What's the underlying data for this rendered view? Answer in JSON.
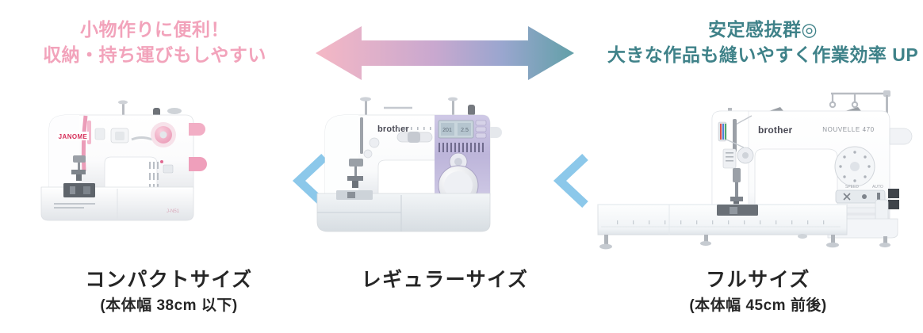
{
  "headlines": {
    "left": {
      "color": "#f2a3bb",
      "lines": [
        "小物作りに便利！",
        "収納・持ち運びもしやすい"
      ]
    },
    "right": {
      "color": "#3f8289",
      "lines": [
        "安定感抜群◎",
        "大きな作品も縫いやすく作業効率 UP"
      ]
    }
  },
  "arrow": {
    "name": "double-headed-arrow",
    "direction": "left-right",
    "gradient_start": "#f5b8c5",
    "gradient_end": "#62a0a8"
  },
  "chevrons": {
    "color": "#8cc8ea",
    "direction": "left",
    "count": 2
  },
  "machines": [
    {
      "id": "compact",
      "brand": "JANOME",
      "brand_color": "#d6305a",
      "accent_color": "#f0a9c0",
      "body_color": "#ffffff",
      "title": "コンパクトサイズ",
      "subtitle": "(本体幅 38cm 以下)"
    },
    {
      "id": "regular",
      "brand": "brother",
      "brand_color": "#4a4a55",
      "accent_color": "#b9b3dd",
      "body_color": "#ffffff",
      "title": "レギュラーサイズ",
      "subtitle": ""
    },
    {
      "id": "full",
      "brand": "brother",
      "model": "NOUVELLE 470",
      "brand_color": "#4a4a55",
      "accent_color": "#d8dde2",
      "body_color": "#ffffff",
      "title": "フルサイズ",
      "subtitle": "(本体幅 45cm 前後)"
    }
  ]
}
